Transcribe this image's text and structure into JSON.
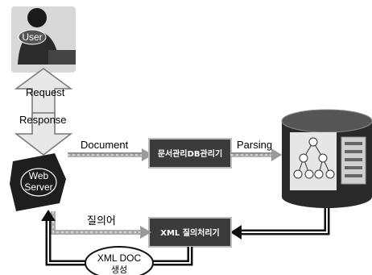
{
  "nodes": {
    "user": {
      "label": "User"
    },
    "web_server": {
      "label_line1": "Web",
      "label_line2": "Server"
    },
    "document_manager": {
      "label": "문서관리DB관리기"
    },
    "xml_query_manager": {
      "label": "XML 질의처리기"
    },
    "xml_doc": {
      "label_line1": "XML DOC",
      "label_line2": "생성"
    }
  },
  "edges": {
    "request": "Request",
    "response": "Response",
    "document": "Document",
    "parsing": "Parsing",
    "query": "질의어"
  },
  "colors": {
    "arrow_dark": "#111111",
    "arrow_grey": "#9a9a9a",
    "box_fill": "#3b3b3b",
    "cylinder_fill": "#2a2a2a"
  }
}
